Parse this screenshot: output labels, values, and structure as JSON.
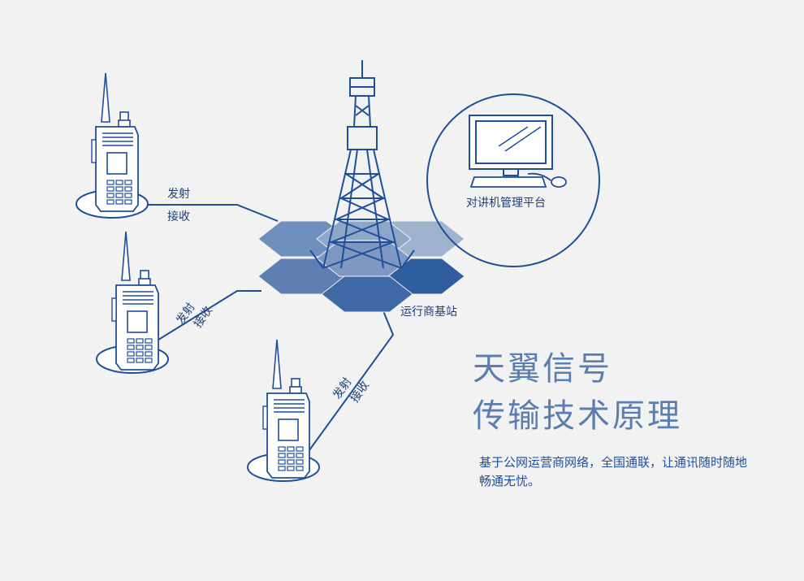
{
  "colors": {
    "background": "#f2f2f2",
    "line": "#1f4e9c",
    "hex_light": "#9fb3cf",
    "hex_mid": "#5e7fb2",
    "hex_dark": "#2f5e9e",
    "title": "#5b7eaf"
  },
  "icons": [
    "walkie-talkie-icon",
    "signal-tower-icon",
    "computer-monitor-icon",
    "mouse-icon",
    "keyboard-icon"
  ],
  "labels": {
    "radio1": {
      "transmit": "发射",
      "receive": "接收"
    },
    "radio2": {
      "transmit": "发射",
      "receive": "接收"
    },
    "radio3": {
      "transmit": "发射",
      "receive": "接收"
    },
    "base_station": "运行商基站",
    "platform": "对讲机管理平台"
  },
  "heading": {
    "line1": "天翼信号",
    "line2": "传输技术原理",
    "description": "基于公网运营商网络，全国通联，让通讯随时随地畅通无忧。"
  }
}
